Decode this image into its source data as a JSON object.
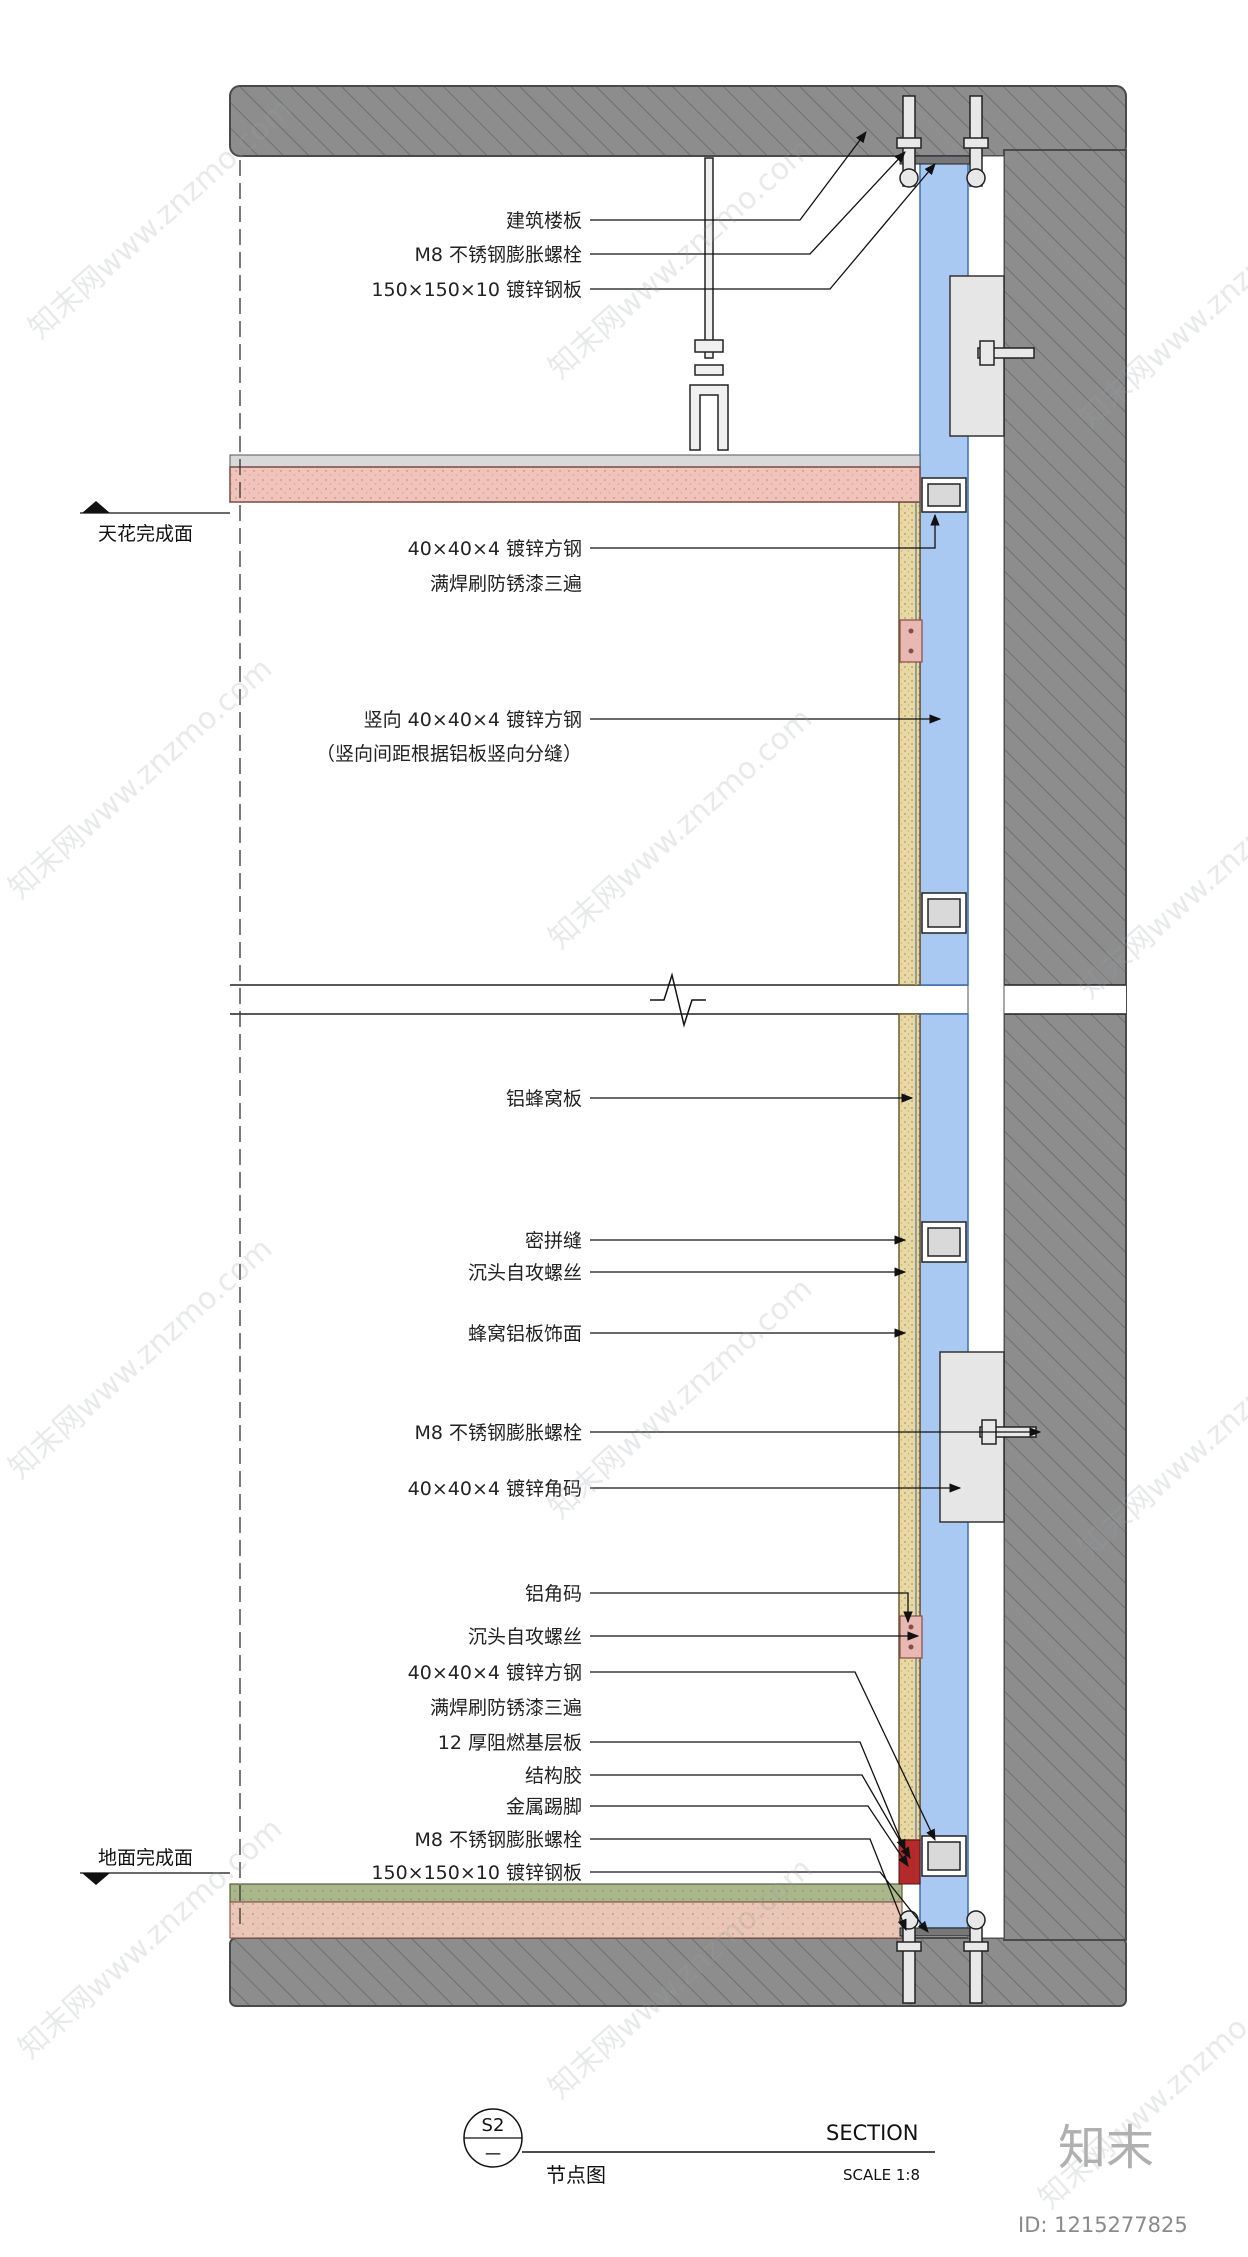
{
  "levels": {
    "ceiling": "天花完成面",
    "floor": "地面完成面"
  },
  "labels": [
    "建筑楼板",
    "M8 不锈钢膨胀螺栓",
    "150×150×10 镀锌钢板",
    "40×40×4 镀锌方钢",
    "满焊刷防锈漆三遍",
    "竖向 40×40×4 镀锌方钢",
    "（竖向间距根据铝板竖向分缝）",
    "铝蜂窝板",
    "密拼缝",
    "沉头自攻螺丝",
    "蜂窝铝板饰面",
    "M8 不锈钢膨胀螺栓",
    "40×40×4 镀锌角码",
    "铝角码",
    "沉头自攻螺丝",
    "40×40×4 镀锌方钢",
    "满焊刷防锈漆三遍",
    "12 厚阻燃基层板",
    "结构胶",
    "金属踢脚",
    "M8 不锈钢膨胀螺栓",
    "150×150×10 镀锌钢板"
  ],
  "title_block": {
    "section_id": "S2",
    "sheet_mark": "一",
    "title": "节点图",
    "section_label": "SECTION",
    "scale": "SCALE 1:8"
  },
  "branding": {
    "logo": "知末",
    "id_text": "ID: 1215277825",
    "watermark": "知末网www.znzmo.com"
  },
  "colors": {
    "concrete": "#8c8c8c",
    "cavity_blue": "#a9c8f2",
    "honeycomb": "#e6d9a6",
    "ceiling_board": "#f2c2bb",
    "floor_screed": "#e8c5b4",
    "floor_finish": "#a9b589",
    "plate_pink": "#e8b8b4",
    "skirting": "#b22a2a"
  }
}
